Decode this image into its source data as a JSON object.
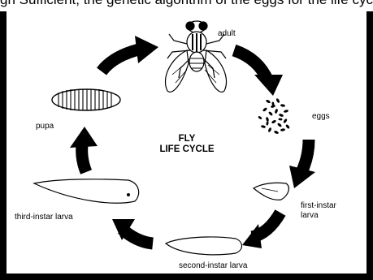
{
  "header_fragment": "gh Sufficient, the genetic algorithm of the eggs for the life cycle",
  "diagram": {
    "title_line1": "FLY",
    "title_line2": "LIFE CYCLE",
    "stages": {
      "adult": "adult",
      "eggs": "eggs",
      "first_instar_line1": "first-instar",
      "first_instar_line2": "larva",
      "second_instar": "second-instar larva",
      "third_instar": "third-instar larva",
      "pupa": "pupa"
    }
  }
}
